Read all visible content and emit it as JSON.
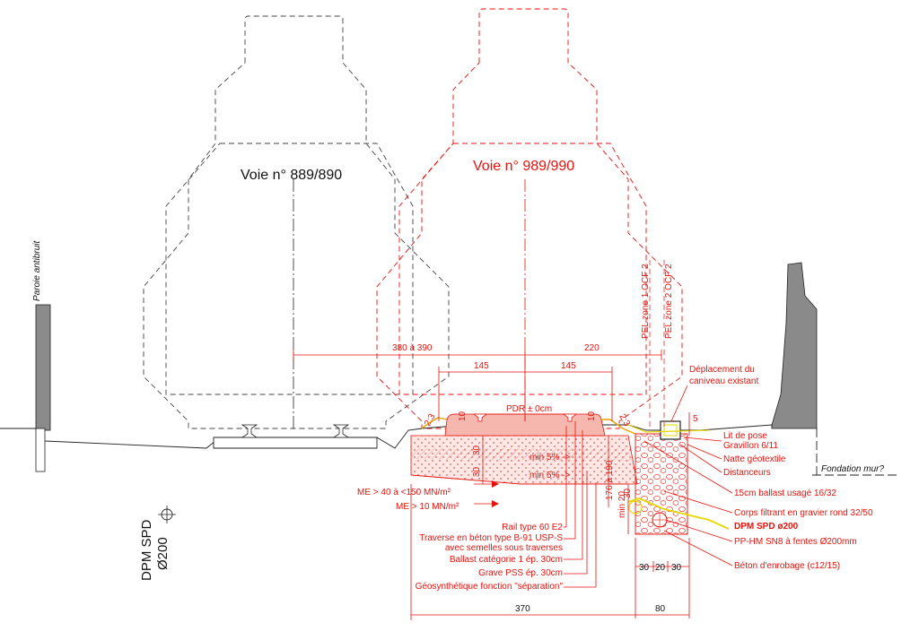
{
  "titles": {
    "existing_track": "Voie n° 889/890",
    "new_track": "Voie n° 989/990"
  },
  "side_labels": {
    "noise_wall": "Paroie antibruit",
    "wall_foundation": "Fondation mur?",
    "dpm_spd": "DPM SPD",
    "dpm_diameter": "Ø200",
    "pel_zone1": "PEL zone 1 OCF 2",
    "pel_zone2": "PEL zone 2 OCF 2"
  },
  "dimensions": {
    "d380_390": "380 à 390",
    "d220": "220",
    "d145_left": "145",
    "d145_right": "145",
    "pdr": "PDR ± 0cm",
    "d10_left": "10",
    "d10_right": "10",
    "slope_left": "2:3",
    "slope_right": "2:3",
    "d5": "5",
    "d30_a": "30",
    "d30_b": "30",
    "d30_c": "30",
    "min5_a": "min 5% ->",
    "min5_b": "min 5% ->",
    "d176_190": "176 à 190",
    "min20": "min 20",
    "w30_a": "30",
    "w20": "20",
    "w30_b": "30",
    "d370": "370",
    "d80": "80"
  },
  "moduli": {
    "me_upper": "ME > 40 à <150 MN/m²",
    "me_lower": "ME > 10 MN/m²"
  },
  "callouts_left": [
    "Rail type 60 E2",
    "Traverse en béton type B-91 USP-S",
    "avec semelles sous traverses",
    "Ballast catégorie 1 ép. 30cm",
    "Grave PSS ép. 30cm",
    "Géosynthétique fonction \"séparation\""
  ],
  "callouts_right": {
    "displacement_1": "Déplacement du",
    "displacement_2": "caniveau existant",
    "bedding_1": "Lit de pose",
    "bedding_2": "Gravillon 6/11",
    "geotextile": "Natte géotextile",
    "spacers": "Distanceurs",
    "used_ballast": "15cm ballast usagé 16/32",
    "filter_body": "Corps filtrant en gravier rond 32/50",
    "dpm_pipe": "DPM SPD ø200",
    "pipe": "PP-HM SN8 à fentes Ø200mm",
    "encasing": "Béton d'enrobage (c12/15)"
  },
  "colors": {
    "new_design": "#e8120c",
    "existing": "#222222",
    "drainage_pipe": "#e6d800",
    "hatch_fill": "#f8d9d6",
    "ballast_fill": "#f6b7ae",
    "wall_fill": "#8a8a8a"
  }
}
